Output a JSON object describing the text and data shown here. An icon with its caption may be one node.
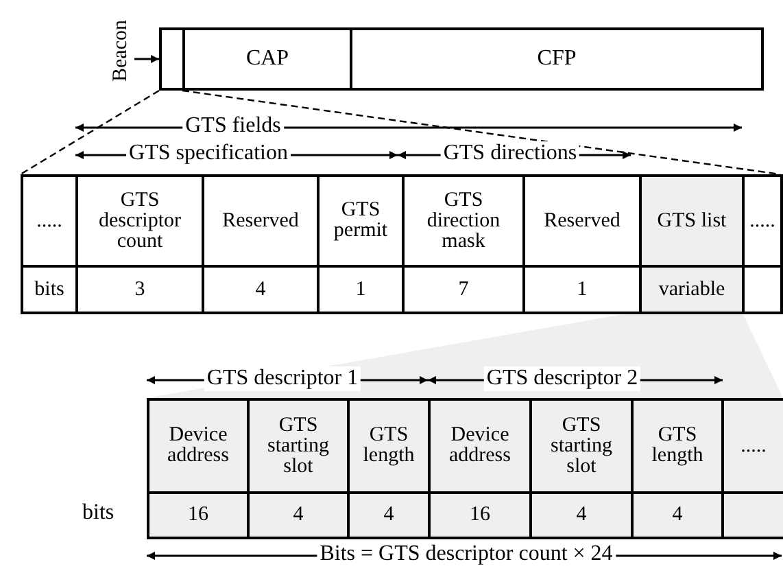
{
  "diagram": {
    "nodes": [
      {
        "text": [
          "Beacon"
        ]
      },
      {
        "text": [],
        "shape": "box"
      },
      {
        "text": [
          "CAP"
        ]
      },
      {
        "text": [
          "CFP"
        ]
      },
      {
        "text": [],
        "shape": "box"
      }
    ],
    "edges": [
      {
        "from": 0,
        "to": 1,
        "arrow": "to"
      },
      {
        "from": 1,
        "to": 4,
        "arrow": "none",
        "style": "dashed"
      },
      {
        "from": 1,
        "to": 4,
        "arrow": "none",
        "style": "dashed"
      }
    ],
    "labels": [
      "GTS fields",
      "GTS specification",
      "GTS directions",
      ".....",
      "GTS descriptor count",
      "Reserved",
      "GTS permit",
      "GTS direction mask",
      "Reserved",
      "GTS list",
      ".....",
      "bits",
      "3",
      "4",
      "1",
      "7",
      "1",
      "variable",
      "GTS descriptor 1",
      "GTS descriptor 2",
      "Device address",
      "GTS starting slot",
      "GTS length",
      "Device address",
      "GTS starting slot",
      "GTS length",
      ".....",
      "bits",
      "16",
      "4",
      "4",
      "16",
      "4",
      "4",
      "Bits = GTS descriptor count × 24"
    ]
  }
}
